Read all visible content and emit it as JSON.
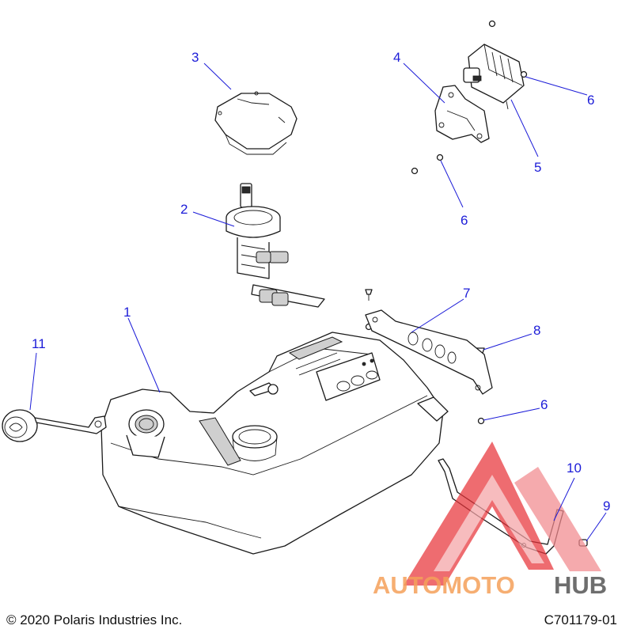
{
  "diagram": {
    "callouts": {
      "c1": "1",
      "c2": "2",
      "c3": "3",
      "c4": "4",
      "c5": "5",
      "c6a": "6",
      "c6b": "6",
      "c6c": "6",
      "c7": "7",
      "c8": "8",
      "c9": "9",
      "c10": "10",
      "c11": "11"
    },
    "watermark": {
      "text_part1": "AUTOMOTO",
      "text_part2": "HUB",
      "color_primary": "#f5a05a",
      "color_secondary": "#555555",
      "logo_color": "#e8343a"
    }
  },
  "footer": {
    "copyright": "© 2020 Polaris Industries Inc.",
    "drawing_number": "C701179-01"
  },
  "colors": {
    "callout": "#1c1cd8",
    "line_art": "#1a1a1a"
  }
}
